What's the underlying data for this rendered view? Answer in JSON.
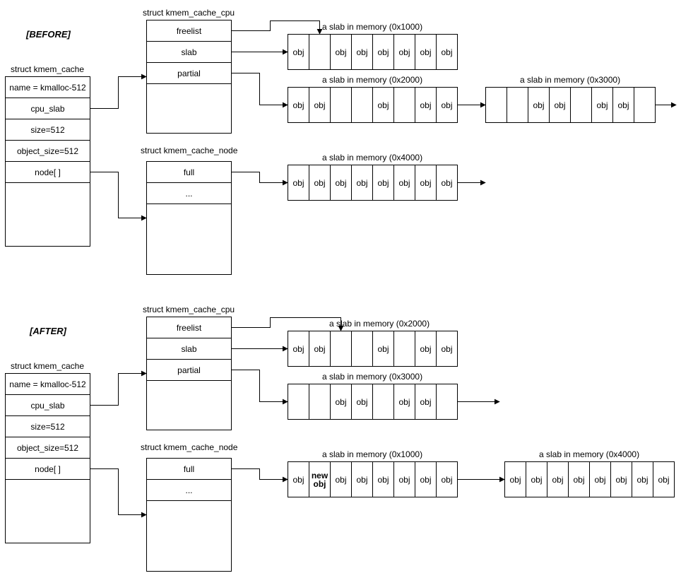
{
  "before": {
    "label": "[BEFORE]",
    "kmem_cache": {
      "title": "struct kmem_cache",
      "fields": [
        "name = kmalloc-512",
        "cpu_slab",
        "size=512",
        "object_size=512",
        "node[ ]"
      ]
    },
    "kmem_cache_cpu": {
      "title": "struct kmem_cache_cpu",
      "fields": [
        "freelist",
        "slab",
        "partial"
      ]
    },
    "kmem_cache_node": {
      "title": "struct kmem_cache_node",
      "fields": [
        "full",
        "..."
      ]
    },
    "slabs": [
      {
        "title": "a slab in memory (0x1000)",
        "objs": [
          "obj",
          "",
          "obj",
          "obj",
          "obj",
          "obj",
          "obj",
          "obj"
        ]
      },
      {
        "title": "a slab in memory (0x2000)",
        "objs": [
          "obj",
          "obj",
          "",
          "",
          "obj",
          "",
          "obj",
          "obj"
        ]
      },
      {
        "title": "a slab in memory (0x3000)",
        "objs": [
          "",
          "",
          "obj",
          "obj",
          "",
          "obj",
          "obj",
          ""
        ]
      },
      {
        "title": "a slab in memory (0x4000)",
        "objs": [
          "obj",
          "obj",
          "obj",
          "obj",
          "obj",
          "obj",
          "obj",
          "obj"
        ]
      }
    ]
  },
  "after": {
    "label": "[AFTER]",
    "kmem_cache": {
      "title": "struct kmem_cache",
      "fields": [
        "name = kmalloc-512",
        "cpu_slab",
        "size=512",
        "object_size=512",
        "node[ ]"
      ]
    },
    "kmem_cache_cpu": {
      "title": "struct kmem_cache_cpu",
      "fields": [
        "freelist",
        "slab",
        "partial"
      ]
    },
    "kmem_cache_node": {
      "title": "struct kmem_cache_node",
      "fields": [
        "full",
        "..."
      ]
    },
    "slabs": [
      {
        "title": "a slab in memory (0x2000)",
        "objs": [
          "obj",
          "obj",
          "",
          "",
          "obj",
          "",
          "obj",
          "obj"
        ]
      },
      {
        "title": "a slab in memory (0x3000)",
        "objs": [
          "",
          "",
          "obj",
          "obj",
          "",
          "obj",
          "obj",
          ""
        ]
      },
      {
        "title": "a slab in memory (0x1000)",
        "objs": [
          "obj",
          "new\nobj",
          "obj",
          "obj",
          "obj",
          "obj",
          "obj",
          "obj"
        ]
      },
      {
        "title": "a slab in memory (0x4000)",
        "objs": [
          "obj",
          "obj",
          "obj",
          "obj",
          "obj",
          "obj",
          "obj",
          "obj"
        ]
      }
    ]
  }
}
